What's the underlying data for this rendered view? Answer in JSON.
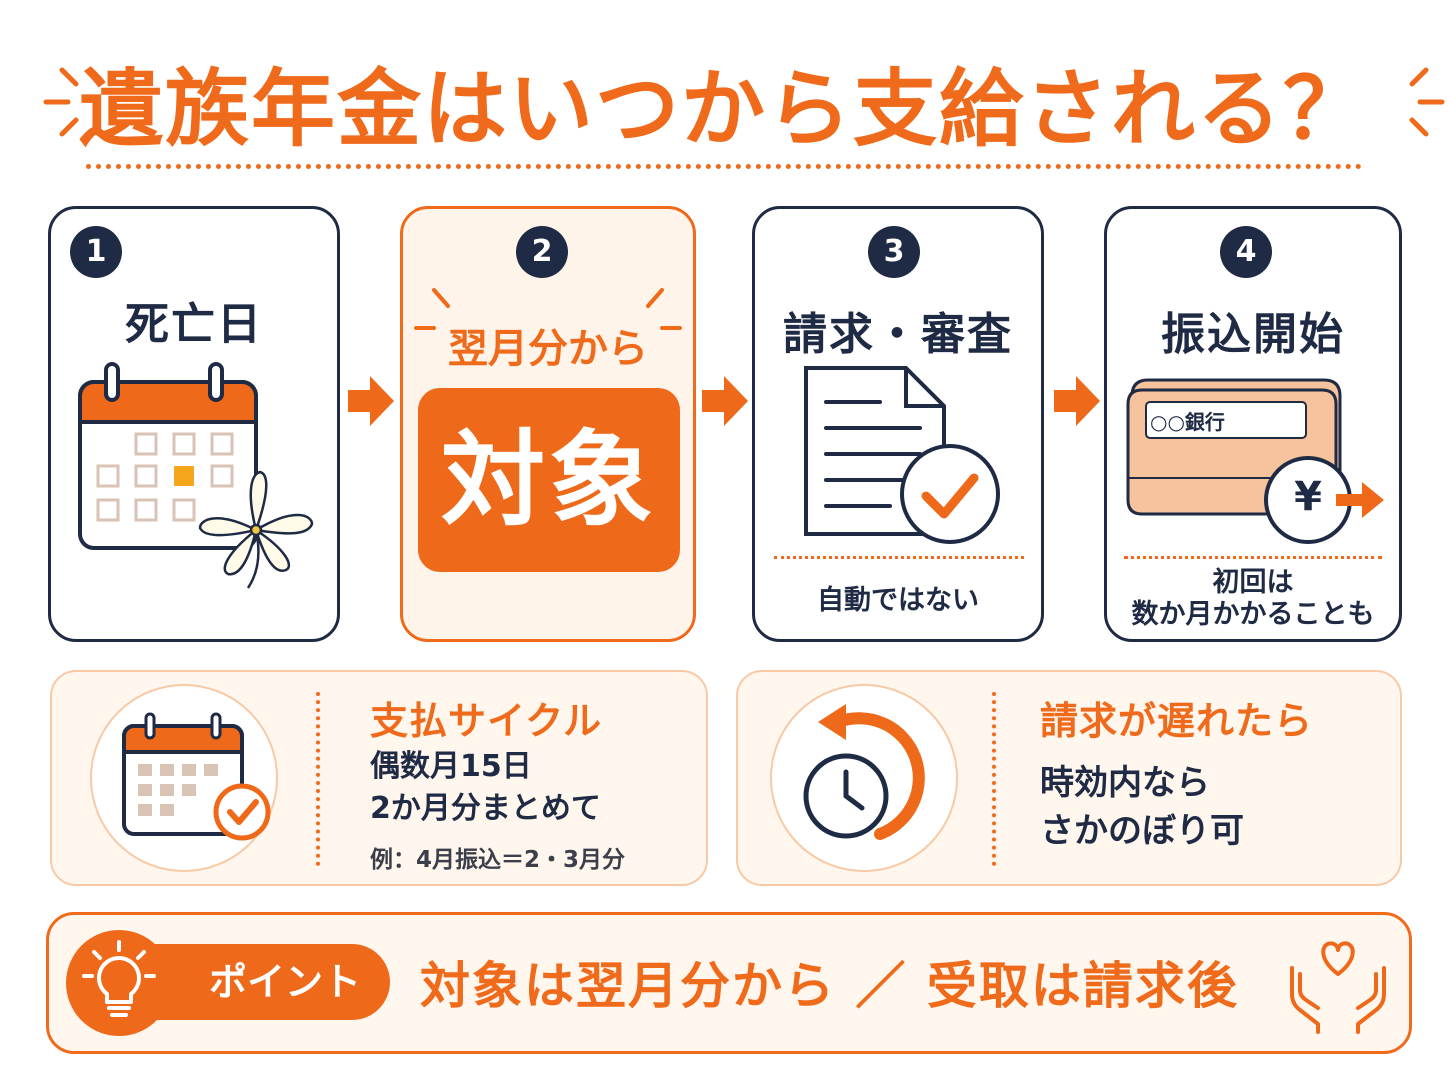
{
  "title": "遺族年金はいつから支給される？",
  "steps": [
    {
      "number": "1",
      "title": "死亡日"
    },
    {
      "number": "2",
      "subtitle": "翌月分から",
      "title": "対象"
    },
    {
      "number": "3",
      "title": "請求・審査",
      "note": "自動ではない"
    },
    {
      "number": "4",
      "title": "振込開始",
      "bank_label": "○○銀行",
      "yen": "¥",
      "note_line1": "初回は",
      "note_line2": "数か月かかることも"
    }
  ],
  "panels": {
    "cycle": {
      "heading": "支払サイクル",
      "line1": "偶数月15日",
      "line2": "2か月分まとめて",
      "example": "例：4月振込＝2・3月分"
    },
    "late": {
      "heading": "請求が遅れたら",
      "line1": "時効内なら",
      "line2": "さかのぼり可"
    }
  },
  "point": {
    "label": "ポイント",
    "text": "対象は翌月分から ／ 受取は請求後"
  },
  "colors": {
    "accent": "#ef6a1b",
    "navy": "#1f2a44",
    "panel_bg": "#fff6ee",
    "card_peach": "#f6c39c"
  }
}
